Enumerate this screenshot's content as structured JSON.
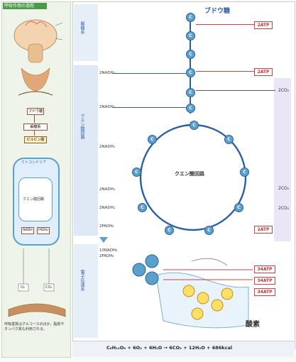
{
  "left_panel": {
    "title": "呼吸作用の過程",
    "labels": {
      "glucose": "ブドウ糖",
      "glycolysis": "解糖系",
      "pyruvate": "ピルビン酸",
      "mito": "ミトコンドリア",
      "citric": "クエン酸回路",
      "nadh": "NADH",
      "fadh": "FADH₂",
      "o2": "O₂",
      "co2": "CO₂"
    },
    "footnote": "呼吸基質はグルコースのほか，脂肪やタンパク質も利用される。"
  },
  "main": {
    "header_glucose": "ブドウ糖",
    "section_glycolysis": "解糖系",
    "section_citric": "クエン酸回路",
    "section_electron": "電子伝達系",
    "nad_labels": [
      "2NADH₂",
      "2NADH₂",
      "2NADH₂",
      "2NADH₂",
      "2NADH₂",
      "2FADH₂"
    ],
    "et_nad": [
      "10NADH₂",
      "2FADH₂"
    ],
    "atp_labels": [
      "2ATP",
      "2ATP",
      "2ATP",
      "34ATP",
      "34ATP",
      "34ATP"
    ],
    "co2_labels": [
      "2CO₂",
      "2CO₂",
      "2CO₂"
    ],
    "cycle_center": "クエン酸回路",
    "cycle_center_sub": "",
    "oxygen_label": "酸素",
    "equation": "C₆H₁₂O₆ + 6O₂ + 6H₂O → 6CO₂ + 12H₂O + 686kcal",
    "footer_note": ""
  },
  "colors": {
    "accent_blue": "#2a5fa8",
    "atp_red": "#d04040",
    "header_green": "#4a9a4a",
    "left_bg": "#eef4ea",
    "citric_bg": "#dfe9f6"
  }
}
